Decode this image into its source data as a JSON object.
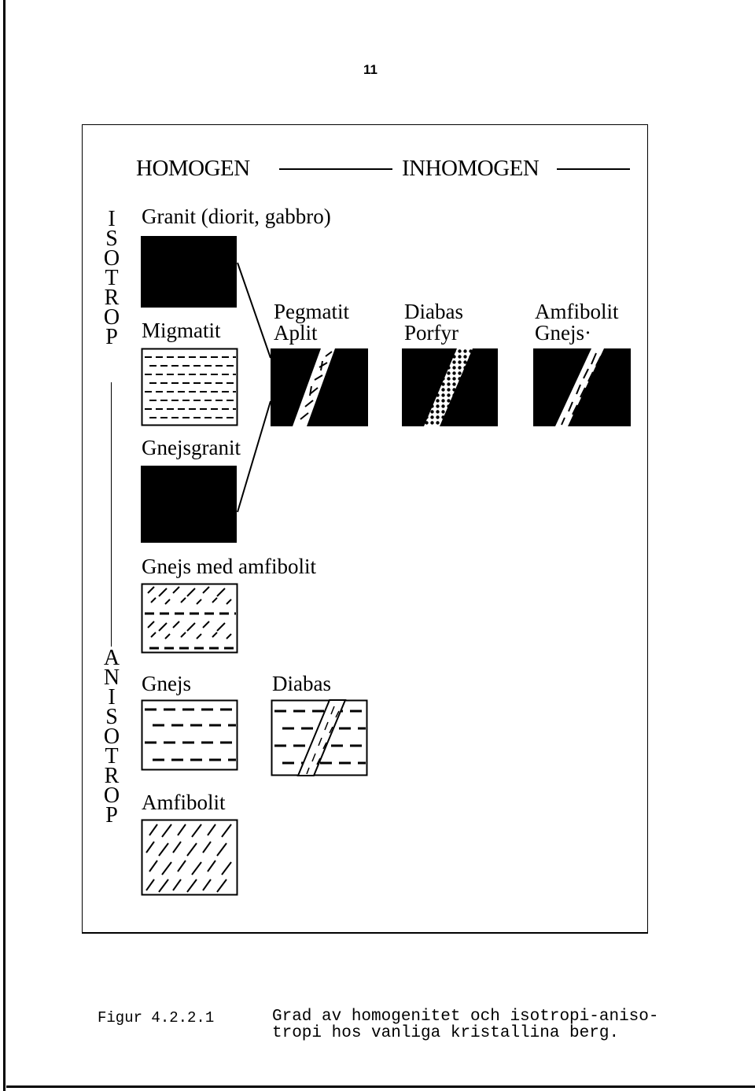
{
  "page_number": "11",
  "header": {
    "left": "HOMOGEN",
    "right": "INHOMOGEN"
  },
  "side_labels": {
    "isotrop": [
      "I",
      "S",
      "O",
      "T",
      "R",
      "O",
      "P"
    ],
    "anisotrop": [
      "A",
      "N",
      "I",
      "S",
      "O",
      "T",
      "R",
      "O",
      "P"
    ]
  },
  "labels": {
    "granit": "Granit (diorit, gabbro)",
    "migmatit": "Migmatit",
    "pegmatit": "Pegmatit",
    "aplit": "Aplit",
    "diabas_top": "Diabas",
    "porfyr": "Porfyr",
    "amfibolit_top": "Amfibolit",
    "gnejs_top": "Gnejs·",
    "gnejsgranit": "Gnejsgranit",
    "gnejs_med_amfibolit": "Gnejs med amfibolit",
    "gnejs": "Gnejs",
    "diabas_bottom": "Diabas",
    "amfibolit": "Amfibolit"
  },
  "caption": {
    "figure": "Figur 4.2.2.1",
    "line1": "Grad av homogenitet och isotropi-aniso-",
    "line2": "tropi hos vanliga kristallina berg."
  }
}
